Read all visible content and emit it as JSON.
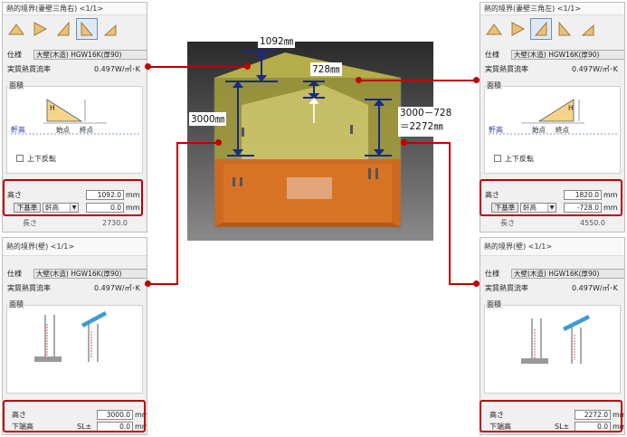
{
  "panels": {
    "gable_right": {
      "title": "熱的境界(妻壁三角右) <1/1>",
      "spec_label": "仕様",
      "spec_value": "大壁(木造) HGW16K(厚90)",
      "ua_label": "実質熱貫流率",
      "ua_value": "0.497",
      "ua_unit": "W/㎡･K",
      "area_label": "面積",
      "diagram_h": "H",
      "diagram_start": "始点",
      "diagram_end": "終点",
      "eave_label": "軒高",
      "flip_label": "上下反転",
      "height_label": "高さ",
      "height_value": "1092.0",
      "mm": "mm",
      "base_button": "下基準",
      "base_select": "軒高",
      "offset_value": "0.0",
      "cut_label": "長さ",
      "cut_value": "2730.0"
    },
    "gable_left": {
      "title": "熱的境界(妻壁三角左) <1/1>",
      "spec_label": "仕様",
      "spec_value": "大壁(木造) HGW16K(厚90)",
      "ua_label": "実質熱貫流率",
      "ua_value": "0.497",
      "ua_unit": "W/㎡･K",
      "area_label": "面積",
      "diagram_h": "H",
      "diagram_start": "始点",
      "diagram_end": "終点",
      "eave_label": "軒高",
      "flip_label": "上下反転",
      "height_label": "高さ",
      "height_value": "1820.0",
      "mm": "mm",
      "base_button": "下基準",
      "base_select": "軒高",
      "offset_value": "-728.0",
      "cut_label": "長さ",
      "cut_value": "4550.0"
    },
    "wall_left": {
      "title": "熱的境界(壁) <1/1>",
      "spec_label": "仕様",
      "spec_value": "大壁(木造) HGW16K(厚90)",
      "ua_label": "実質熱貫流率",
      "ua_value": "0.497",
      "ua_unit": "W/㎡･K",
      "area_label": "面積",
      "height_label": "高さ",
      "height_value": "3000.0",
      "mm": "mm",
      "bottom_label": "下端高",
      "sl_label": "SL±",
      "sl_value": "0.0"
    },
    "wall_right": {
      "title": "熱的境界(壁) <1/1>",
      "spec_label": "仕様",
      "spec_value": "大壁(木造) HGW16K(厚90)",
      "ua_label": "実質熱貫流率",
      "ua_value": "0.497",
      "ua_unit": "W/㎡･K",
      "area_label": "面積",
      "height_label": "高さ",
      "height_value": "2272.0",
      "mm": "mm",
      "bottom_label": "下端高",
      "sl_label": "SL±",
      "sl_value": "0.0"
    }
  },
  "annotations": {
    "dim_1092": "1092㎜",
    "dim_728": "728㎜",
    "dim_3000": "3000㎜",
    "dim_calc_1": "3000－728",
    "dim_calc_2": "＝2272㎜"
  },
  "colors": {
    "accent": "#c00000",
    "arrow": "#1b2a80",
    "triangle_fill": "#f5d48a",
    "wall_upper": "#b9b13a",
    "wall_lower": "#cf6a1e"
  }
}
